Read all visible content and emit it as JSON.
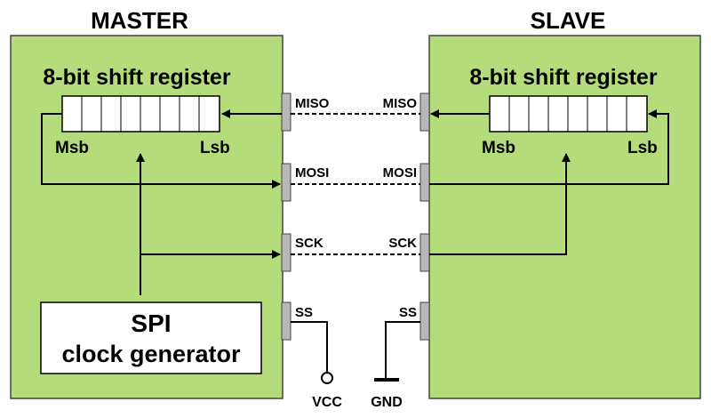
{
  "master": {
    "title": "MASTER",
    "register_label": "8-bit shift register",
    "msb_label": "Msb",
    "lsb_label": "Lsb",
    "generator_line1": "SPI",
    "generator_line2": "clock generator",
    "pins": {
      "miso": "MISO",
      "mosi": "MOSI",
      "sck": "SCK",
      "ss": "SS"
    },
    "ss_connection": "VCC"
  },
  "slave": {
    "title": "SLAVE",
    "register_label": "8-bit shift register",
    "msb_label": "Msb",
    "lsb_label": "Lsb",
    "pins": {
      "miso": "MISO",
      "mosi": "MOSI",
      "sck": "SCK",
      "ss": "SS"
    },
    "ss_connection": "GND"
  },
  "colors": {
    "board_fill": "#b5dc7a",
    "board_stroke": "#444444",
    "pin_fill": "#b8b8b8",
    "register_fill": "#ffffff",
    "line": "#000000"
  },
  "register_cells": 8
}
